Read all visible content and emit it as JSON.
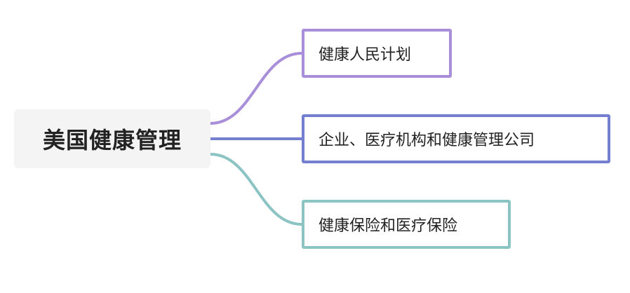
{
  "root": {
    "label": "美国健康管理"
  },
  "branches": [
    {
      "label": "健康人民计划",
      "color": "#a98ed9"
    },
    {
      "label": "企业、医疗机构和健康管理公司",
      "color": "#7480cf"
    },
    {
      "label": "健康保险和医疗保险",
      "color": "#8cc4c3"
    }
  ]
}
